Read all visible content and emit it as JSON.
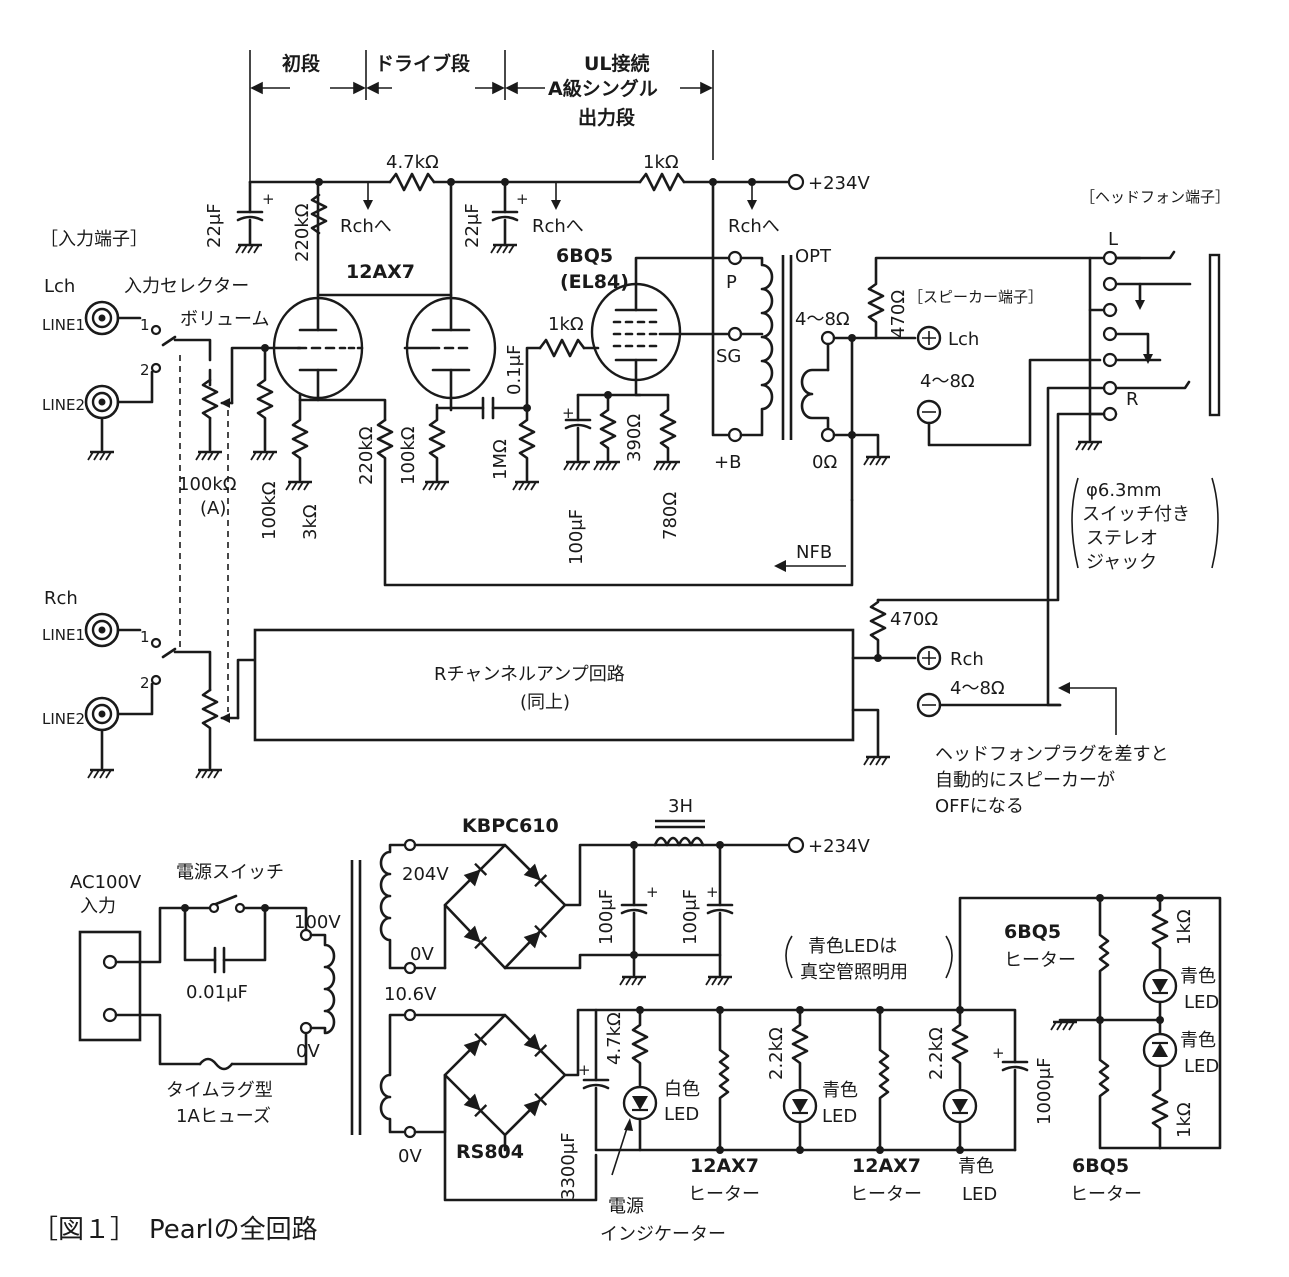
{
  "sections": {
    "first_stage": "初段",
    "drive_stage": "ドライブ段",
    "output_stage_1": "UL接続",
    "output_stage_2": "A級シングル",
    "output_stage_3": "出力段"
  },
  "input": {
    "title": "［入力端子］",
    "lch": "Lch",
    "rch": "Rch",
    "line1": "LINE1",
    "line2": "LINE2",
    "selector": "入力セレクター",
    "volume": "ボリューム",
    "sel1": "1",
    "sel2": "2",
    "vol_value": "100kΩ",
    "vol_taper": "(A)"
  },
  "amp": {
    "tube1": "12AX7",
    "tube2_1": "6BQ5",
    "tube2_2": "(EL84)",
    "r_4k7": "4.7kΩ",
    "r_1k_top": "1kΩ",
    "r_1k_grid": "1kΩ",
    "supply": "+234V",
    "to_rch_1": "Rchへ",
    "to_rch_2": "Rchへ",
    "to_rch_3": "Rchへ",
    "c_22u_1": "22μF",
    "c_22u_2": "22μF",
    "r_220k_plate": "220kΩ",
    "r_100k_grid": "100kΩ",
    "r_3k": "3kΩ",
    "r_220k_plate2": "220kΩ",
    "r_100k_grid2": "100kΩ",
    "c_01u": "0.1μF",
    "r_1M": "1MΩ",
    "c_100u": "100μF",
    "r_390": "390Ω",
    "r_780": "780Ω",
    "opt": "OPT",
    "pin_p": "P",
    "pin_sg": "SG",
    "pin_b": "+B",
    "pin_0": "0Ω",
    "tap_4_8": "4〜8Ω",
    "nfb": "NFB",
    "r_470_l": "470Ω",
    "plus": "+",
    "minus": "−"
  },
  "speaker": {
    "title": "［スピーカー端子］",
    "lch": "Lch",
    "imp_l": "4〜8Ω",
    "rch": "Rch",
    "imp_r": "4〜8Ω",
    "r_470_r": "470Ω"
  },
  "headphone": {
    "title": "［ヘッドフォン端子］",
    "l": "L",
    "r": "R",
    "jack_1": "φ6.3mm",
    "jack_2": "スイッチ付き",
    "jack_3": "ステレオ",
    "jack_4": "ジャック",
    "note_1": "ヘッドフォンプラグを差すと",
    "note_2": "自動的にスピーカーが",
    "note_3": "OFFになる"
  },
  "rch_block": {
    "line1": "Rチャンネルアンプ回路",
    "line2": "(同上)"
  },
  "power": {
    "ac_in_1": "AC100V",
    "ac_in_2": "入力",
    "switch": "電源スイッチ",
    "c_001": "0.01μF",
    "fuse_1": "タイムラグ型",
    "fuse_2": "1Aヒューズ",
    "t_100v": "100V",
    "t_0v_p": "0V",
    "t_204v": "204V",
    "t_0v_1": "0V",
    "t_106v": "10.6V",
    "t_0v_2": "0V",
    "bridge1": "KBPC610",
    "bridge2": "RS804",
    "choke": "3H",
    "c_100u_1": "100μF",
    "c_100u_2": "100μF",
    "supply": "+234V",
    "c_3300u": "3300μF",
    "r_4k7": "4.7kΩ",
    "led_white_1": "白色",
    "led_white_2": "LED",
    "indicator_1": "電源",
    "indicator_2": "インジケーター",
    "heater_12ax7_a_1": "12AX7",
    "heater_12ax7_a_2": "ヒーター",
    "r_2k2_a": "2.2kΩ",
    "led_blue_a_1": "青色",
    "led_blue_a_2": "LED",
    "heater_12ax7_b_1": "12AX7",
    "heater_12ax7_b_2": "ヒーター",
    "r_2k2_b": "2.2kΩ",
    "led_blue_b_1": "青色",
    "led_blue_b_2": "LED",
    "c_1000u": "1000μF",
    "blue_note_1": "青色LEDは",
    "blue_note_2": "真空管照明用",
    "heater_6bq5_top_1": "6BQ5",
    "heater_6bq5_top_2": "ヒーター",
    "heater_6bq5_bot_1": "6BQ5",
    "heater_6bq5_bot_2": "ヒーター",
    "r_1k_top": "1kΩ",
    "r_1k_bot": "1kΩ",
    "led_blue_c_1": "青色",
    "led_blue_c_2": "LED",
    "led_blue_d_1": "青色",
    "led_blue_d_2": "LED"
  },
  "caption": "［図１］　Pearlの全回路"
}
